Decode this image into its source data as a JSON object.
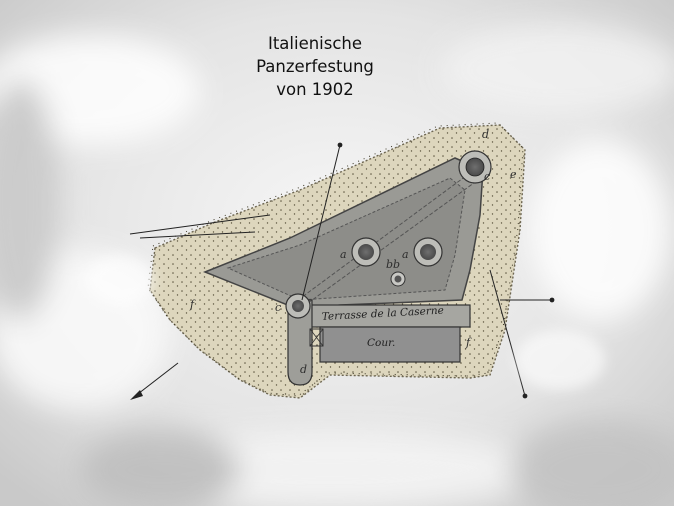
{
  "caption": {
    "lines": [
      "Italienische",
      "Panzerfestung",
      "von 1902"
    ]
  },
  "plan": {
    "terrace_label": "Terrasse de la Caserne",
    "court_label": "Cour.",
    "markers": {
      "a": "a",
      "b": "b",
      "c": "c",
      "d": "d",
      "e": "e",
      "f": "f"
    }
  },
  "colors": {
    "background": "#e9e9e9",
    "cloud": "#ffffff",
    "earthwork": "#dcd5bc",
    "fort_body": "#8f8f8b",
    "ink": "#333333"
  }
}
